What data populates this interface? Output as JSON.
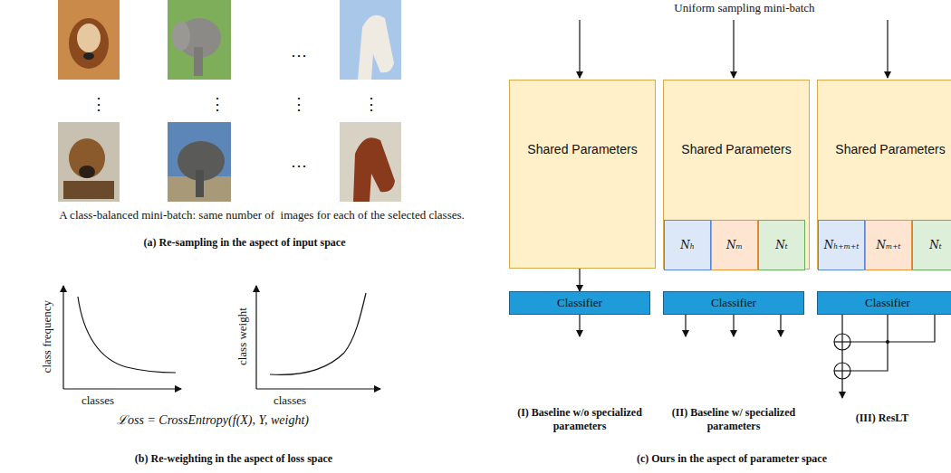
{
  "diagram": {
    "nodes": [
      {
        "text": [
          "Shared Parameters"
        ]
      },
      {
        "text": [
          "Classifier"
        ]
      },
      {
        "text": [
          "Shared Parameters"
        ]
      },
      {
        "text": [
          "Nₕ"
        ],
        "in": 2
      },
      {
        "text": [
          "Nₘ"
        ],
        "in": 2
      },
      {
        "text": [
          "Nₜ"
        ],
        "in": 2
      },
      {
        "text": [
          "Classifier"
        ]
      },
      {
        "text": [
          "Shared Parameters"
        ]
      },
      {
        "text": [
          "Nₕ₊ₘ₊ₜ"
        ],
        "in": 7
      },
      {
        "text": [
          "Nₘ₊ₜ"
        ],
        "in": 7
      },
      {
        "text": [
          "Nₜ"
        ],
        "in": 7
      },
      {
        "text": [
          "Classifier"
        ]
      }
    ],
    "edges": [
      {
        "from": 0,
        "to": 1,
        "arrow": "to"
      }
    ],
    "labels": [
      "⋯",
      "⋮",
      "⋮",
      "⋮",
      "⋮",
      "⋯",
      "A class-balanced mini-batch: same number of  images for each of the selected classes.",
      "(a) Re-sampling in the aspect of input space",
      "class frequency",
      "classes",
      "class weight",
      "classes",
      "ℒoss = CrossEntropy(f(X), Y, weight)",
      "(b) Re-weighting in the aspect of loss space",
      "Uniform sampling mini-batch",
      "(I) Baseline w/o specialized parameters",
      "(II) Baseline w/ specialized parameters",
      "(III) ResLT",
      "(c) Ours in the aspect of parameter space"
    ]
  }
}
